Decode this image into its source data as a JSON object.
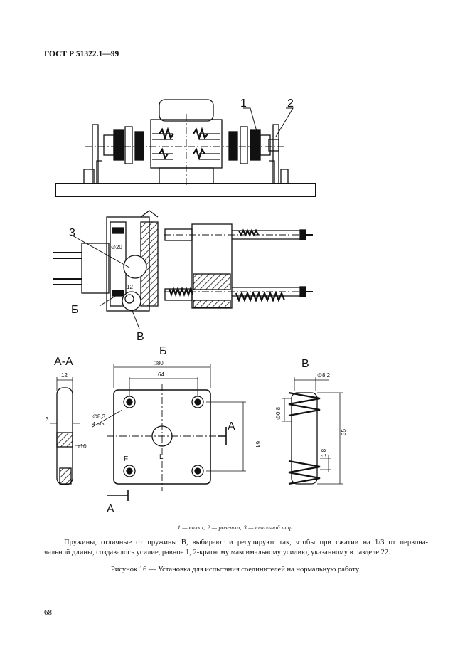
{
  "header": {
    "standard": "ГОСТ Р 51322.1—99"
  },
  "figure": {
    "callouts": {
      "c1": "1",
      "c2": "2",
      "c3": "3",
      "cB_cyr": "Б",
      "cV": "В"
    },
    "section_titles": {
      "aa": "А-А",
      "b": "Б",
      "v": "В"
    },
    "section_marks": {
      "a_side": "А",
      "a_bottom": "А"
    },
    "dims": {
      "d_thick": "12",
      "d_3": "3",
      "r10": "r10",
      "sq80": "□80",
      "d64_top": "64",
      "d64_right": "64",
      "hole_d": "∅8,3",
      "hole_n": "4 отв.",
      "spring_d": "∅8,2",
      "wire_d": "∅0,8",
      "pitch": "1,8",
      "len35": "35",
      "ball_d": "∅20",
      "ball_12": "12",
      "letter_f": "F",
      "letter_l": "L"
    }
  },
  "legend": "1 — вилка; 2 — розетка; 3 — стальной шар",
  "paragraph": {
    "line1": "Пружины, отличные от пружины В, выбирают и регулируют так, чтобы при сжатии на 1/3 от первона-",
    "line2": "чальной длины, создавалось усилие, равное 1, 2-кратному максимальному усилию, указанному в разделе 22."
  },
  "caption": "Рисунок 16 — Установка для испытания соединителей на нормальную работу",
  "page_number": "68"
}
